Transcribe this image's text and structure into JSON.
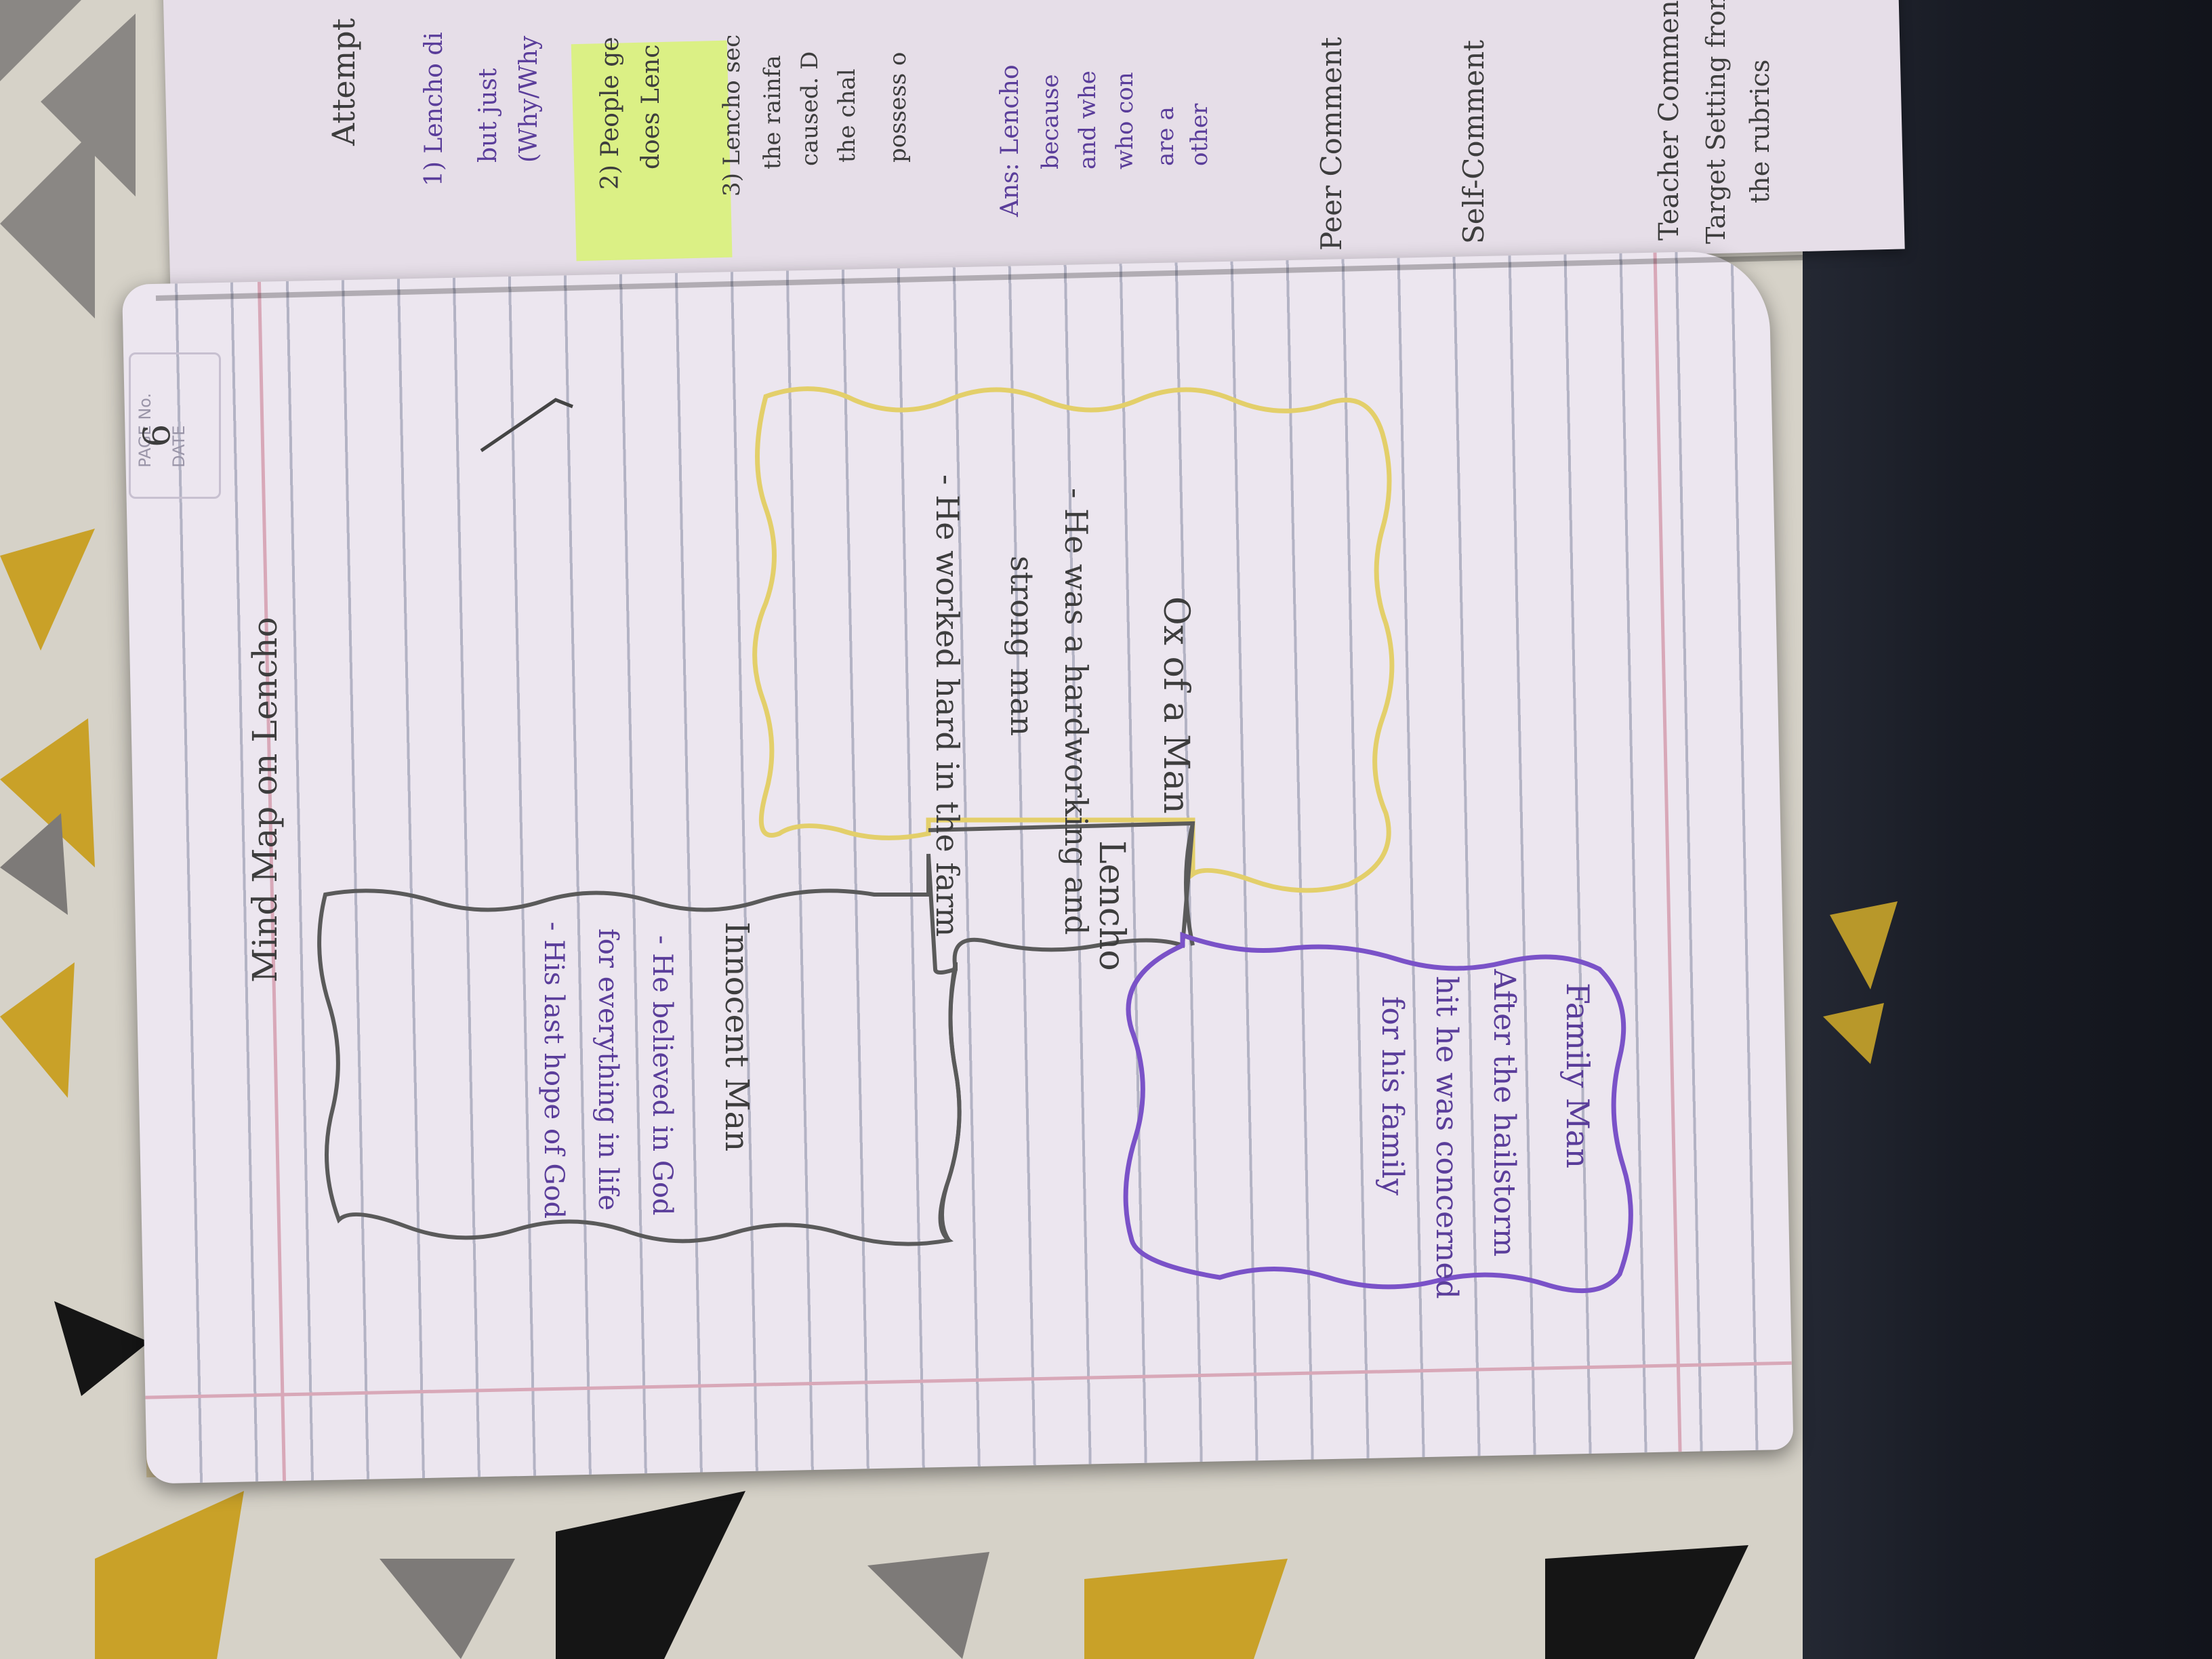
{
  "page_number": "6",
  "mind_map": {
    "title": "Mind Map on Lencho",
    "center": "Lencho",
    "nodes": {
      "ox": {
        "heading": "Ox of a Man",
        "lines": [
          "- He was a hardworking and",
          "strong man",
          "- He worked hard in the farm"
        ]
      },
      "innocent": {
        "heading": "Innocent Man",
        "lines": [
          "- He believed in God",
          "for everything in life",
          "- His last hope of God"
        ]
      },
      "family": {
        "heading": "Family Man",
        "lines": [
          "After the hailstorm",
          "hit he was concerned",
          "for his family"
        ]
      }
    }
  },
  "previous_page": {
    "heading": "Attempt",
    "items": [
      "1) Lencho di",
      "but just",
      "(Why/Why",
      "2) People ge",
      "does Lenc",
      "3) Lencho sec",
      "the rainfa",
      "caused. D",
      "the chal",
      "possess o",
      "Ans: Lencho",
      "because",
      "and whe",
      "who con",
      "are a",
      "other"
    ],
    "peer_comment": "Peer Comment",
    "self_comment": "Self-Comment",
    "teacher_comment": "Teacher Comment",
    "target_setting": "Target Setting from",
    "rubrics": "the rubrics"
  },
  "colors": {
    "purple_ink": "#5a3d9a",
    "yellow_border": "#e3cf6a",
    "purple_border": "#7a52c8",
    "highlighter": "#d9f27a"
  }
}
